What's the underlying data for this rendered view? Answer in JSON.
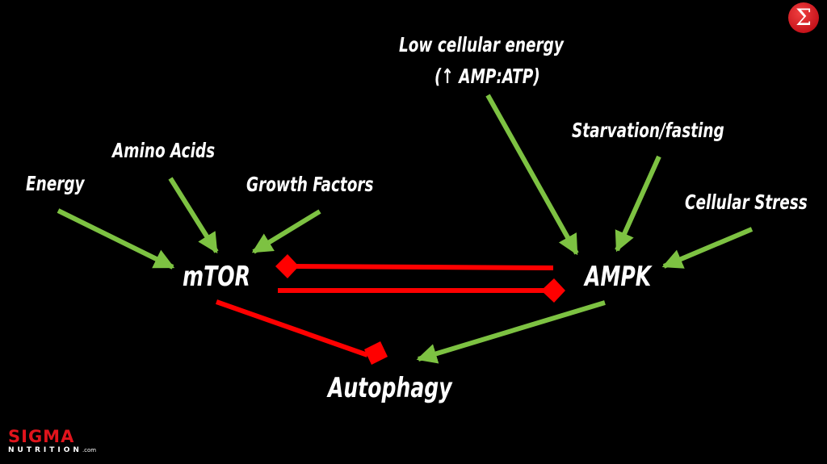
{
  "nodes": {
    "energy": "Energy",
    "amino_acids": "Amino Acids",
    "growth_factors": "Growth Factors",
    "low_energy_line1": "Low cellular energy",
    "low_energy_line2": "(↑ AMP:ATP)",
    "starvation": "Starvation/fasting",
    "cellular_stress": "Cellular Stress",
    "mtor": "mTOR",
    "ampk": "AMPK",
    "autophagy": "Autophagy"
  },
  "edges": [
    {
      "from": "Energy",
      "to": "mTOR",
      "type": "activates"
    },
    {
      "from": "Amino Acids",
      "to": "mTOR",
      "type": "activates"
    },
    {
      "from": "Growth Factors",
      "to": "mTOR",
      "type": "activates"
    },
    {
      "from": "Low cellular energy",
      "to": "AMPK",
      "type": "activates"
    },
    {
      "from": "Starvation/fasting",
      "to": "AMPK",
      "type": "activates"
    },
    {
      "from": "Cellular Stress",
      "to": "AMPK",
      "type": "activates"
    },
    {
      "from": "AMPK",
      "to": "mTOR",
      "type": "inhibits"
    },
    {
      "from": "mTOR",
      "to": "AMPK",
      "type": "inhibits"
    },
    {
      "from": "mTOR",
      "to": "Autophagy",
      "type": "inhibits"
    },
    {
      "from": "AMPK",
      "to": "Autophagy",
      "type": "activates"
    }
  ],
  "colors": {
    "activation": "#7dc242",
    "inhibition": "#ff0000",
    "background": "#000000",
    "brand": "#e0141c"
  },
  "logo": {
    "symbol": "Σ",
    "brand_name": "SIGMA",
    "brand_sub": "NUTRITION",
    "brand_suffix": ".com"
  }
}
